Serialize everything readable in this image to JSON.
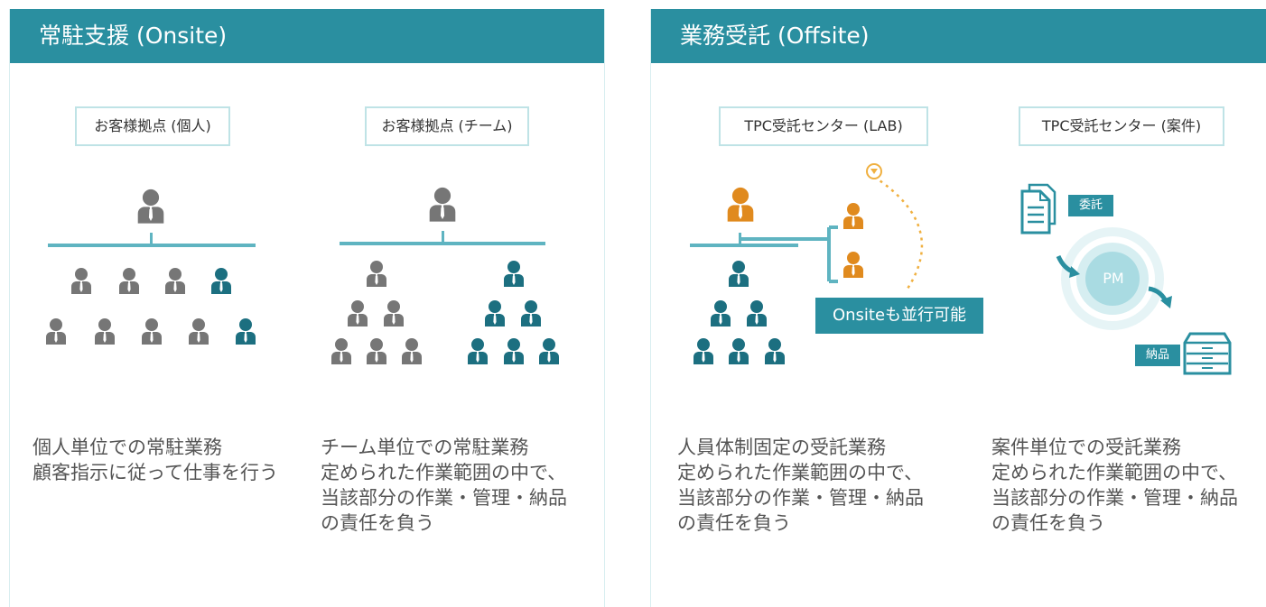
{
  "panels": {
    "onsite": {
      "title": "常駐支援 (Onsite)",
      "individual": {
        "tag": "お客様拠点 (個人)",
        "desc": [
          "個人単位での常駐業務",
          "顧客指示に従って仕事を行う"
        ]
      },
      "team": {
        "tag": "お客様拠点 (チーム)",
        "desc": [
          "チーム単位での常駐業務",
          "定められた作業範囲の中で、",
          "当該部分の作業・管理・納品",
          "の責任を負う"
        ]
      }
    },
    "offsite": {
      "title": "業務受託 (Offsite)",
      "lab": {
        "tag": "TPC受託センター (LAB)",
        "badge": "Onsiteも並行可能",
        "desc": [
          "人員体制固定の受託業務",
          "定められた作業範囲の中で、",
          "当該部分の作業・管理・納品",
          "の責任を負う"
        ]
      },
      "project": {
        "tag": "TPC受託センター (案件)",
        "consign_label": "委託",
        "pm_label": "PM",
        "delivery_label": "納品",
        "desc": [
          "案件単位での受託業務",
          "定められた作業範囲の中で、",
          "当該部分の作業・管理・納品",
          "の責任を負う"
        ]
      }
    }
  },
  "colors": {
    "header": "#2a8fa0",
    "gray_person": "#767676",
    "teal_person": "#1c6f80",
    "orange_person": "#e08a1e",
    "line": "#5fb4c1"
  },
  "icons": [
    "person-icon",
    "document-icon",
    "filing-cabinet-icon",
    "arrow-icon",
    "pm-circle-icon"
  ]
}
